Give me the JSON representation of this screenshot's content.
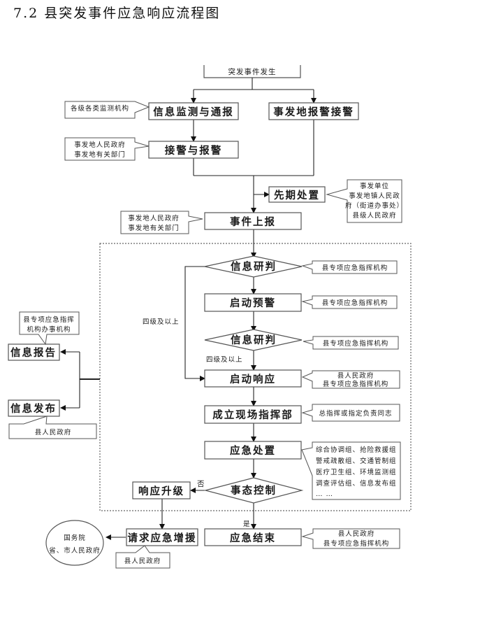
{
  "title": "7.2  县突发事件应急响应流程图",
  "nodes": {
    "start": "突发事件发生",
    "monitor": "信息监测与通报",
    "report_local": "事发地报警接警",
    "receive": "接警与报警",
    "early_disposal": "先期处置",
    "event_report": "事件上报",
    "judge1": "信息研判",
    "warning": "启动预警",
    "judge2": "信息研判",
    "response": "启动响应",
    "command": "成立现场指挥部",
    "disposal": "应急处置",
    "control": "事态控制",
    "upgrade": "响应升级",
    "request": "请求应急增援",
    "end": "应急结束",
    "info_report": "信息报告",
    "info_release": "信息发布",
    "national": [
      "国务院",
      "省、市人民政府"
    ]
  },
  "callouts": {
    "monitor": [
      "各级各类监测机构"
    ],
    "receive": [
      "事发地人民政府",
      "事发地有关部门"
    ],
    "early_disposal": [
      "事发单位",
      "事发地镇人民政",
      "府（街道办事处）",
      "县级人民政府"
    ],
    "event_report": [
      "事发地人民政府",
      "事发地有关部门"
    ],
    "judge1": [
      "县专项应急指挥机构"
    ],
    "warning": [
      "县专项应急指挥机构"
    ],
    "judge2": [
      "县专项应急指挥机构"
    ],
    "response": [
      "县人民政府",
      "县专项应急指挥机构"
    ],
    "command": [
      "总指挥或指定负责同志"
    ],
    "disposal": [
      "综合协调组、抢险救援组",
      "警戒疏散组、交通管制组",
      "医疗卫生组、环境监测组",
      "调查评估组、信息发布组",
      "… …"
    ],
    "end": [
      "县人民政府",
      "县专项应急指挥机构"
    ],
    "request": [
      "县人民政府"
    ],
    "info_report": [
      "县专项应急指挥",
      "机构办事机构"
    ],
    "info_release": [
      "县人民政府"
    ]
  },
  "labels": {
    "level_left": "四级及以上",
    "level_mid": "四级及以上",
    "no": "否",
    "yes": "是"
  }
}
